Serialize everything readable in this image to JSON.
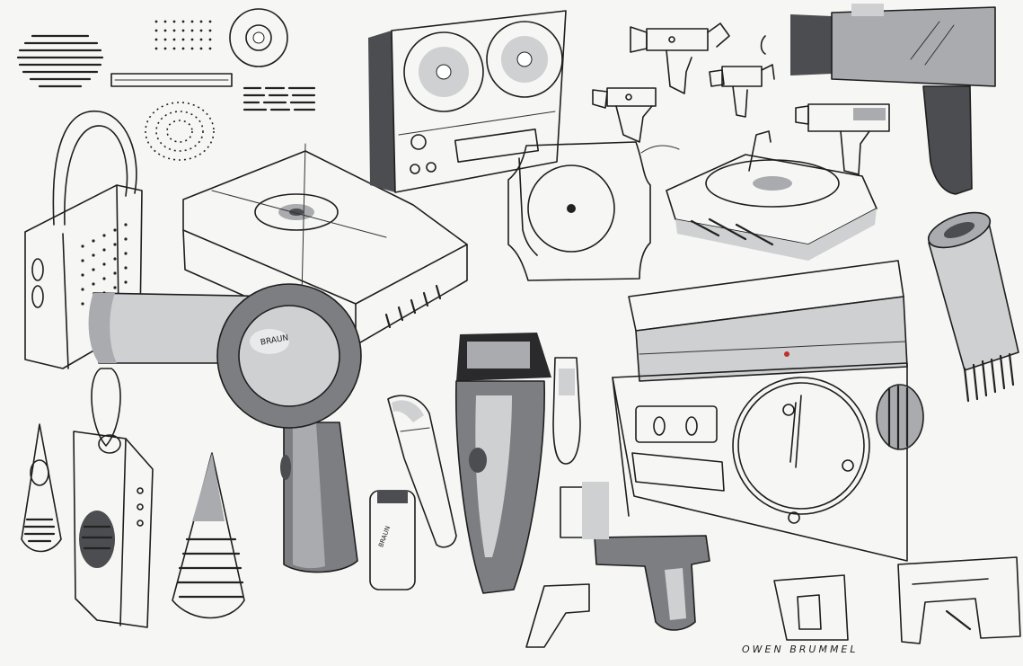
{
  "sketch": {
    "signature": "OWEN BRUMMEL",
    "brand_marks": [
      "BRAUN",
      "BRAUN"
    ],
    "colors": {
      "paper": "#f6f6f4",
      "ink": "#1e1e1e",
      "marker_light": "#cfd0d2",
      "marker_mid": "#a9abae",
      "marker_dark": "#4c4d50",
      "accent_red": "#c0302a"
    }
  }
}
